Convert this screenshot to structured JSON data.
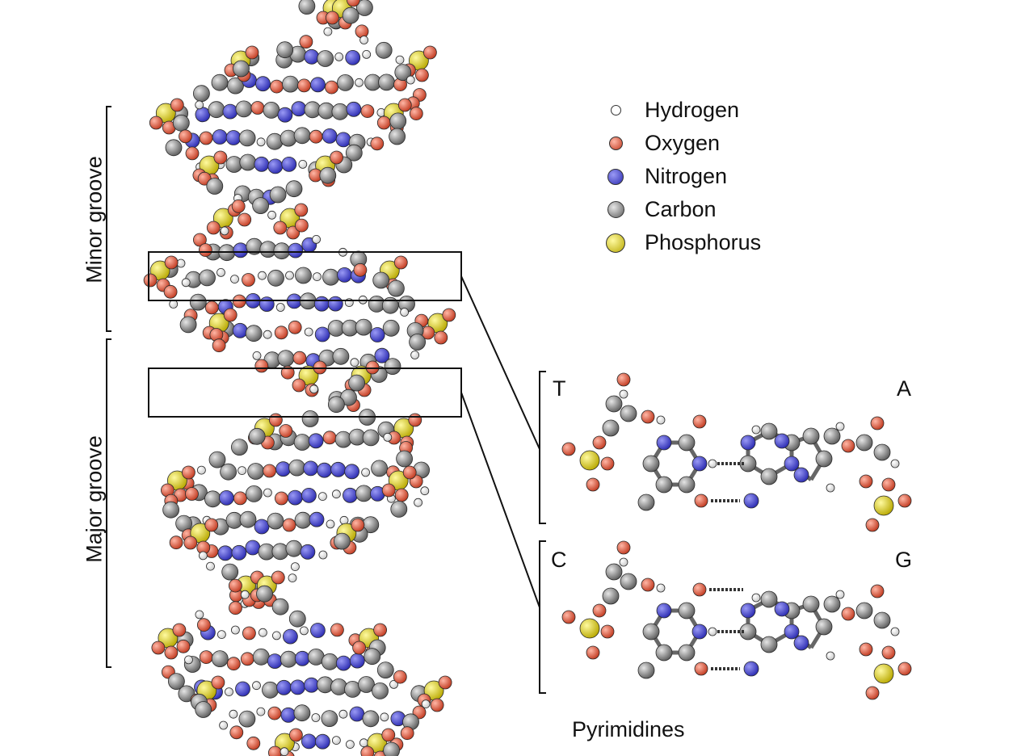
{
  "grooves": {
    "minor": "Minor groove",
    "major": "Major groove"
  },
  "legend": [
    {
      "label": "Hydrogen",
      "color": "#ffffff",
      "icon": "hydrogen-atom-icon"
    },
    {
      "label": "Oxygen",
      "color": "#e8694f",
      "icon": "oxygen-atom-icon"
    },
    {
      "label": "Nitrogen",
      "color": "#4b4bd0",
      "icon": "nitrogen-atom-icon"
    },
    {
      "label": "Carbon",
      "color": "#8e8e8e",
      "icon": "carbon-atom-icon"
    },
    {
      "label": "Phosphorus",
      "color": "#e3dc3a",
      "icon": "phosphorus-atom-icon"
    }
  ],
  "base_pairs": [
    {
      "left": "T",
      "right": "A"
    },
    {
      "left": "C",
      "right": "G"
    }
  ],
  "caption": "Pyrimidines"
}
